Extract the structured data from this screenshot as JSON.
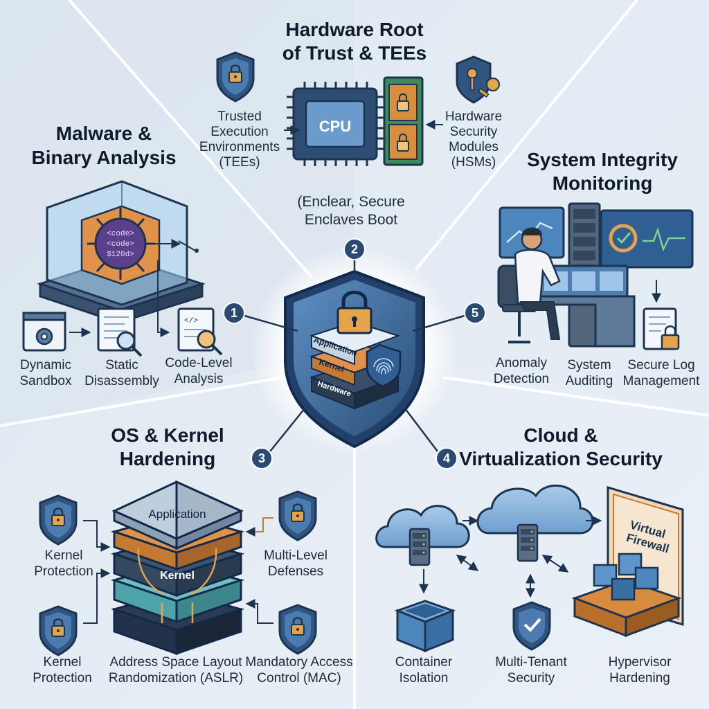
{
  "center": {
    "stack": {
      "application": "Application",
      "kernel": "Kernel",
      "hardware": "Hardware"
    },
    "markers": [
      "1",
      "2",
      "3",
      "4",
      "5"
    ]
  },
  "sections": {
    "hardware": {
      "title": [
        "Hardware Root",
        "of Trust & TEEs"
      ],
      "chip_label": "CPU",
      "tee_label": [
        "Trusted",
        "Execution",
        "Environments",
        "(TEEs)"
      ],
      "hsm_label": [
        "Hardware",
        "Security",
        "Modules",
        "(HSMs)"
      ],
      "caption": [
        "(Enclear, Secure",
        "Enclaves Boot"
      ]
    },
    "malware": {
      "title": [
        "Malware &",
        "Binary Analysis"
      ],
      "code_lines": [
        "<code>",
        "<code>",
        "$120d>"
      ],
      "items": [
        {
          "label": [
            "Dynamic",
            "Sandbox"
          ]
        },
        {
          "label": [
            "Static",
            "Disassembly"
          ]
        },
        {
          "label": [
            "Code-Level",
            "Analysis"
          ]
        }
      ]
    },
    "integrity": {
      "title": [
        "System Integrity",
        "Monitoring"
      ],
      "items": [
        {
          "label": [
            "Anomaly",
            "Detection"
          ]
        },
        {
          "label": [
            "System",
            "Auditing"
          ]
        },
        {
          "label": [
            "Secure Log",
            "Management"
          ]
        }
      ]
    },
    "os": {
      "title": [
        "OS & Kernel",
        "Hardening"
      ],
      "stack": {
        "application": "Application",
        "kernel": "Kernel"
      },
      "items": [
        {
          "label": [
            "Kernel",
            "Protection"
          ]
        },
        {
          "label": [
            "Multi-Level",
            "Defenses"
          ]
        },
        {
          "label": [
            "Kernel",
            "Protection"
          ]
        },
        {
          "label": [
            "Address Space Layout",
            "Randomization (ASLR)"
          ]
        },
        {
          "label": [
            "Mandatory Access",
            "Control (MAC)"
          ]
        }
      ]
    },
    "cloud": {
      "title": [
        "Cloud &",
        "Virtualization Security"
      ],
      "firewall_label": [
        "Virtual",
        "Firewall"
      ],
      "items": [
        {
          "label": [
            "Container",
            "Isolation"
          ]
        },
        {
          "label": [
            "Multi-Tenant",
            "Security"
          ]
        },
        {
          "label": [
            "Hypervisor",
            "Hardening"
          ]
        }
      ]
    }
  },
  "colors": {
    "navy": "#2b4a6e",
    "steel": "#4a78a8",
    "orange": "#d88a3e",
    "teal": "#4da3a8",
    "background": "#e7eef5"
  }
}
